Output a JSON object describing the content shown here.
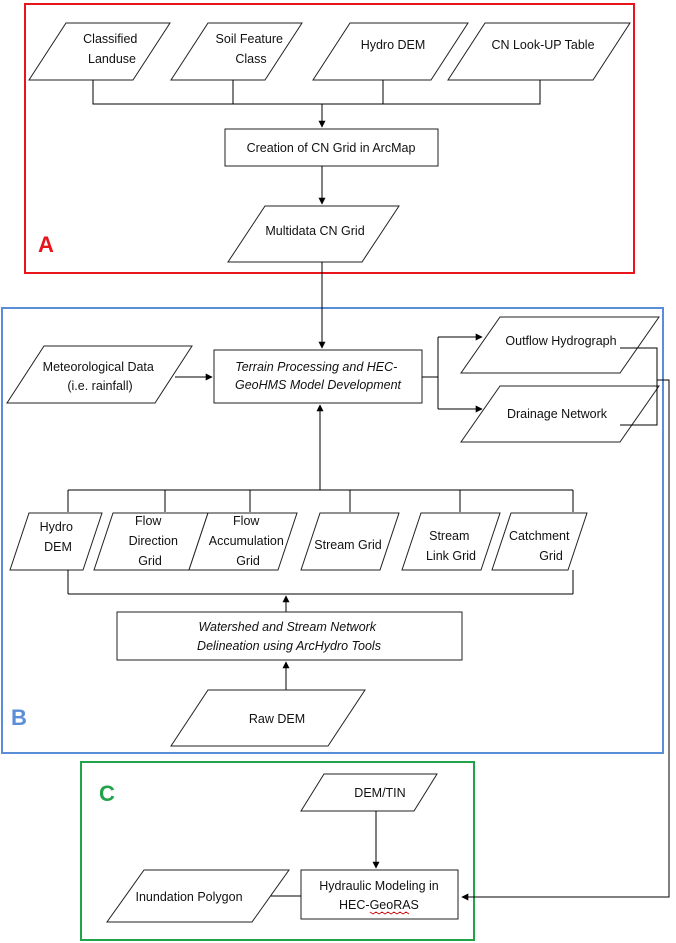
{
  "colors": {
    "section_a": "#e8161c",
    "section_b": "#5b8ed8",
    "section_c": "#22a34a",
    "line": "#000000",
    "shape_stroke": "#222222",
    "wavy_underline": "#cc0000"
  },
  "sections": {
    "a": "A",
    "b": "B",
    "c": "C"
  },
  "inputs_a": {
    "classified_landuse": [
      "Classified",
      "Landuse"
    ],
    "soil_feature_class": [
      "Soil Feature",
      "Class"
    ],
    "hydro_dem": "Hydro DEM",
    "cn_lookup_table": "CN Look-UP Table"
  },
  "process_a": {
    "cn_grid_creation": "Creation of CN Grid in ArcMap"
  },
  "output_a": {
    "multidata_cn_grid": "Multidata CN Grid"
  },
  "section_b": {
    "meteorological_data": [
      "Meteorological Data",
      "(i.e. rainfall)"
    ],
    "terrain_processing": [
      "Terrain Processing and HEC-",
      "GeoHMS Model Development"
    ],
    "outflow_hydrograph": "Outflow Hydrograph",
    "drainage_network": "Drainage Network",
    "grids": {
      "hydro_dem": [
        "Hydro",
        "DEM"
      ],
      "flow_direction_grid": [
        "Flow",
        "Direction",
        "Grid"
      ],
      "flow_accumulation_grid": [
        "Flow",
        "Accumulation",
        "Grid"
      ],
      "stream_grid": "Stream Grid",
      "stream_link_grid": [
        "Stream",
        "Link Grid"
      ],
      "catchment_grid": [
        "Catchment",
        "Grid"
      ]
    },
    "watershed_delineation": [
      "Watershed and Stream Network",
      "Delineation using ArcHydro Tools"
    ],
    "raw_dem": "Raw DEM"
  },
  "section_c": {
    "dem_tin": "DEM/TIN",
    "hydraulic_modeling": [
      "Hydraulic Modeling in",
      "HEC-",
      "GeoRAS"
    ],
    "inundation_polygon": "Inundation Polygon"
  }
}
